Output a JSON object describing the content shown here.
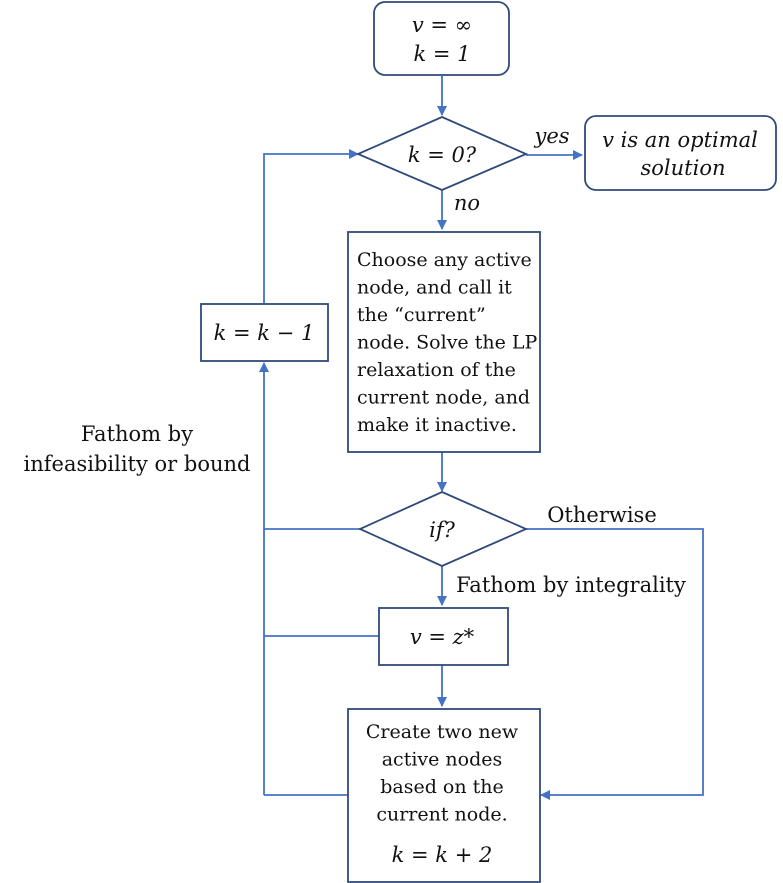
{
  "nodes": {
    "start": {
      "line1": "v = ∞",
      "line2": "k = 1"
    },
    "check_k": {
      "label": "k = 0?"
    },
    "optimal": {
      "line1": "v is an optimal",
      "line2": "solution"
    },
    "choose": {
      "lines": [
        "Choose any active",
        "node, and call it",
        "the “current”",
        "node. Solve the LP",
        "relaxation of the",
        "current node, and",
        "make it inactive."
      ]
    },
    "decrement": {
      "label": "k = k − 1"
    },
    "if_node": {
      "label": "if?"
    },
    "update_v": {
      "label": "v = z*"
    },
    "create": {
      "lines": [
        "Create two new",
        "active nodes",
        "based on the",
        "current node."
      ],
      "formula": "k = k + 2"
    }
  },
  "edge_labels": {
    "yes": "yes",
    "no": "no",
    "otherwise": "Otherwise",
    "fathom_integrality": "Fathom by integrality",
    "fathom_infeasibility_line1": "Fathom by",
    "fathom_infeasibility_line2": "infeasibility or bound"
  },
  "colors": {
    "edge": "#4472c4",
    "node_border": "#2f4a7a"
  }
}
